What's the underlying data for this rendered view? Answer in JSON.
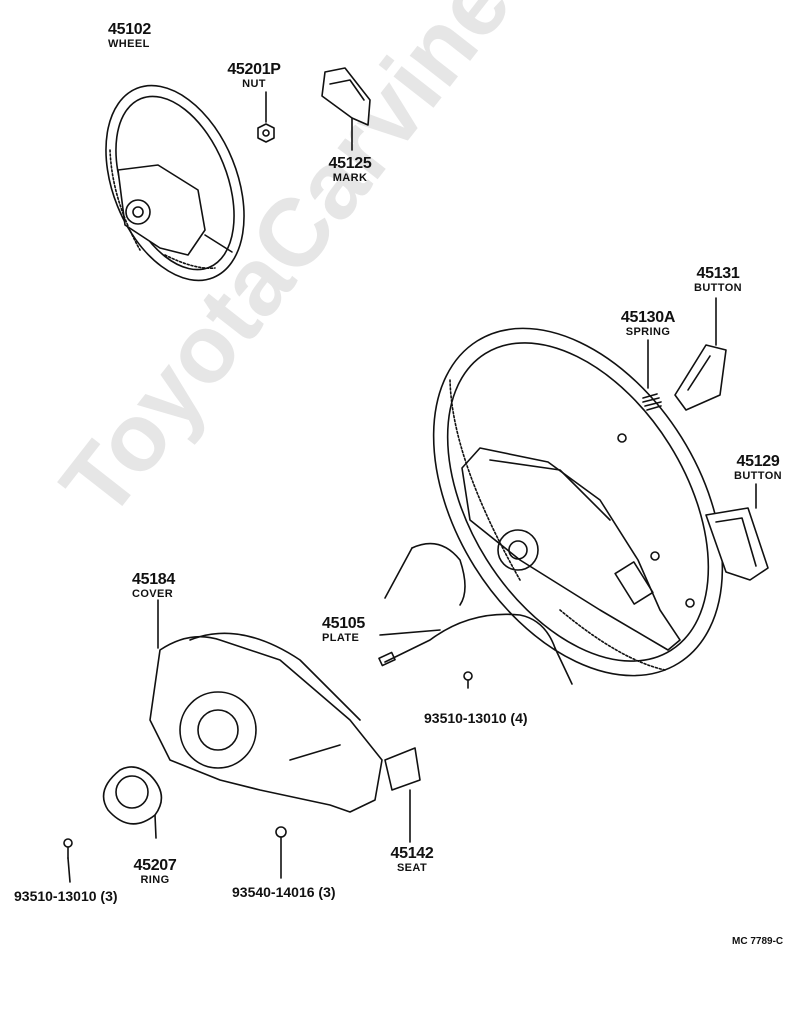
{
  "watermark": "ToyotaCarvine.ru",
  "parts": [
    {
      "number": "45102",
      "name": "WHEEL"
    },
    {
      "number": "45201P",
      "name": "NUT"
    },
    {
      "number": "45125",
      "name": "MARK"
    },
    {
      "number": "45131",
      "name": "BUTTON"
    },
    {
      "number": "45130A",
      "name": "SPRING"
    },
    {
      "number": "45129",
      "name": "BUTTON"
    },
    {
      "number": "45184",
      "name": "COVER"
    },
    {
      "number": "45105",
      "name": "PLATE"
    },
    {
      "number": "45207",
      "name": "RING"
    },
    {
      "number": "45142",
      "name": "SEAT"
    }
  ],
  "fasteners": [
    {
      "label": "93510-13010 (4)"
    },
    {
      "label": "93510-13010 (3)"
    },
    {
      "label": "93540-14016 (3)"
    }
  ],
  "diagram_code": "MC 7789-C"
}
